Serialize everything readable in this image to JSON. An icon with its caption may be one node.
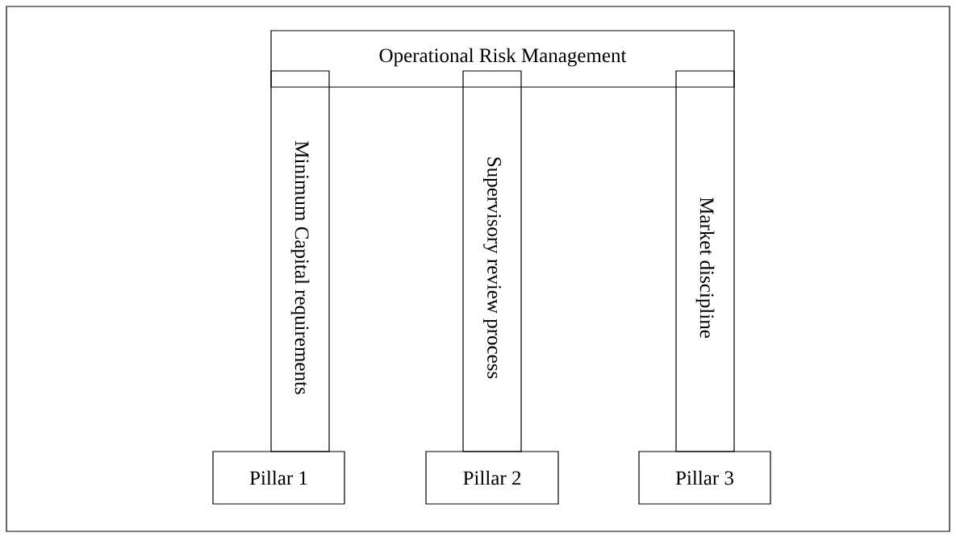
{
  "diagram": {
    "nodes": [
      {
        "text": [
          "Operational Risk Management"
        ]
      },
      {
        "text": [
          "Minimum Capital requirements"
        ]
      },
      {
        "text": [
          "Supervisory review process"
        ]
      },
      {
        "text": [
          "Market discipline"
        ]
      },
      {
        "text": [
          "Pillar 1"
        ]
      },
      {
        "text": [
          "Pillar 2"
        ]
      },
      {
        "text": [
          "Pillar 3"
        ]
      }
    ]
  }
}
